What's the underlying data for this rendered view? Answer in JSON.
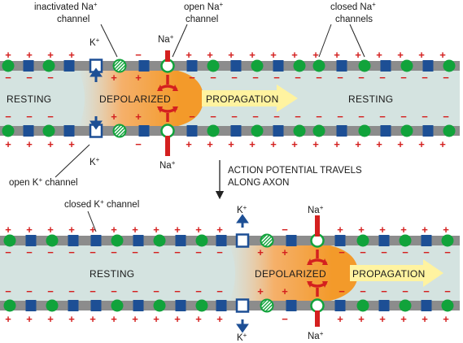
{
  "labels": {
    "inactivated_na": [
      "inactivated Na",
      "channel"
    ],
    "open_na": [
      "open Na",
      "channel"
    ],
    "closed_na": [
      "closed Na",
      "channels"
    ],
    "open_k": "open K",
    "closed_k": "closed K",
    "closed_k_suffix": " channel",
    "channel_suffix": " channel",
    "plus_sup": "+",
    "k_ion": "K",
    "na_ion": "Na"
  },
  "zones": {
    "resting": "RESTING",
    "depolarized": "DEPOLARIZED",
    "propagation": "PROPAGATION"
  },
  "transition": {
    "line1": "ACTION POTENTIAL TRAVELS",
    "line2": "ALONG AXON"
  },
  "colors": {
    "membrane": "#8c8c8c",
    "axoplasm": "#d4e3e0",
    "na_channel": "#11a33b",
    "k_channel": "#1d4f95",
    "charge": "#d4201f",
    "arrow_yellow": "#fff3a0",
    "depol_orange": "#f39a2a"
  }
}
